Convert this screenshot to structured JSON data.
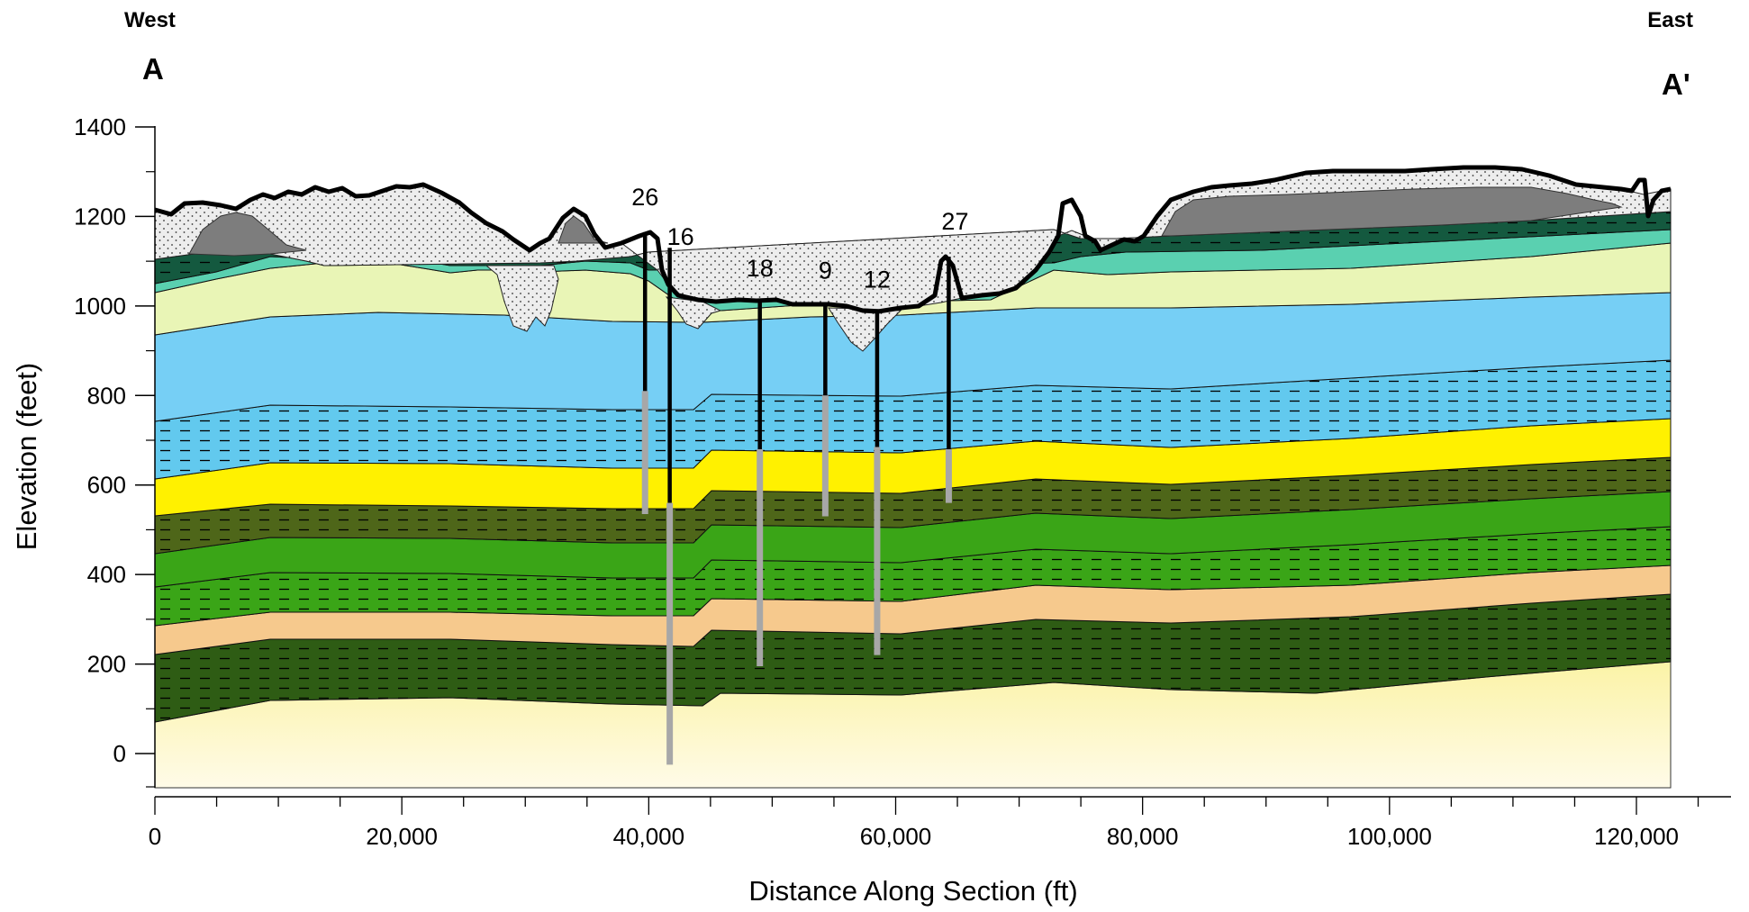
{
  "labels": {
    "west": "West",
    "east": "East",
    "a": "A",
    "a_prime": "A'"
  },
  "axes": {
    "ylabel": "Elevation (feet)",
    "xlabel": "Distance Along Section (ft)",
    "ylim": [
      -80,
      1420
    ],
    "xlim": [
      0,
      130000
    ],
    "y_ticks": [
      {
        "value": 0,
        "label": "0"
      },
      {
        "value": 200,
        "label": "200"
      },
      {
        "value": 400,
        "label": "400"
      },
      {
        "value": 600,
        "label": "600"
      },
      {
        "value": 800,
        "label": "800"
      },
      {
        "value": 1000,
        "label": "1000"
      },
      {
        "value": 1200,
        "label": "1200"
      },
      {
        "value": 1400,
        "label": "1400"
      }
    ],
    "x_ticks": [
      {
        "value": 0,
        "label": "0"
      },
      {
        "value": 20000,
        "label": "20,000"
      },
      {
        "value": 40000,
        "label": "40,000"
      },
      {
        "value": 60000,
        "label": "60,000"
      },
      {
        "value": 80000,
        "label": "80,000"
      },
      {
        "value": 100000,
        "label": "100,000"
      },
      {
        "value": 120000,
        "label": "120,000"
      }
    ]
  },
  "wells": [
    {
      "label": "26",
      "x": 39700,
      "top": 1165,
      "screen_top": 810,
      "bottom": 535
    },
    {
      "label": "16",
      "x": 41700,
      "top": 1130,
      "screen_top": 560,
      "bottom": -25
    },
    {
      "label": "18",
      "x": 49000,
      "top": 1010,
      "screen_top": 680,
      "bottom": 195
    },
    {
      "label": "9",
      "x": 54300,
      "top": 1005,
      "screen_top": 800,
      "bottom": 530
    },
    {
      "label": "12",
      "x": 58500,
      "top": 985,
      "screen_top": 685,
      "bottom": 220
    },
    {
      "label": "27",
      "x": 64300,
      "top": 1110,
      "screen_top": 680,
      "bottom": 560
    }
  ],
  "layer_colors": {
    "bottom_sand": "#fbf3a6",
    "dark_green": "#2e5c14",
    "tan": "#f6c98d",
    "mid_green": "#3aa517",
    "olive": "#4e6619",
    "yellow": "#fff100",
    "light_blue_dashed": "#62c9ee",
    "light_blue": "#76cff5",
    "pale_green": "#e9f5b6",
    "teal": "#5ad0b0",
    "dark_teal": "#14593f",
    "gray": "#7d7d7d",
    "stipple": "#ededed"
  }
}
